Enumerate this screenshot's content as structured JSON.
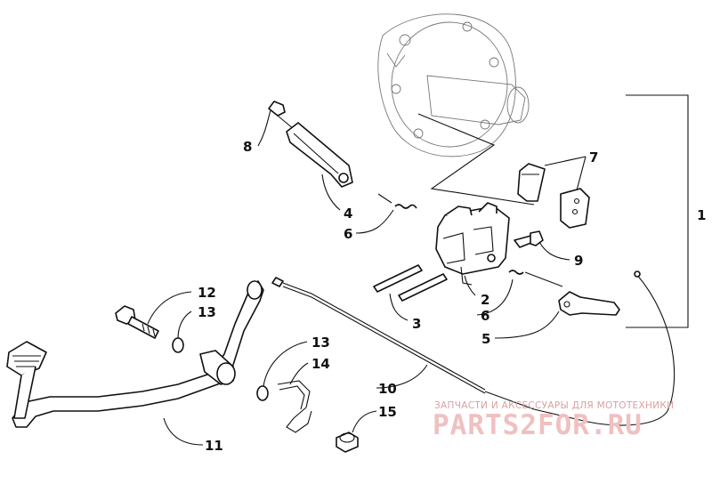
{
  "callouts": [
    {
      "id": "1",
      "label": "1"
    },
    {
      "id": "2",
      "label": "2"
    },
    {
      "id": "3",
      "label": "3"
    },
    {
      "id": "4",
      "label": "4"
    },
    {
      "id": "5",
      "label": "5"
    },
    {
      "id": "6a",
      "label": "6"
    },
    {
      "id": "6b",
      "label": "6"
    },
    {
      "id": "7",
      "label": "7"
    },
    {
      "id": "8",
      "label": "8"
    },
    {
      "id": "9",
      "label": "9"
    },
    {
      "id": "10",
      "label": "10"
    },
    {
      "id": "11",
      "label": "11"
    },
    {
      "id": "12",
      "label": "12"
    },
    {
      "id": "13a",
      "label": "13"
    },
    {
      "id": "13b",
      "label": "13"
    },
    {
      "id": "14",
      "label": "14"
    },
    {
      "id": "15",
      "label": "15"
    }
  ],
  "watermark": {
    "tagline": "ЗАПЧАСТИ И АКСЕССУАРЫ ДЛЯ МОТОТЕХНИКИ",
    "brand": "PARTS2FOR.RU"
  }
}
